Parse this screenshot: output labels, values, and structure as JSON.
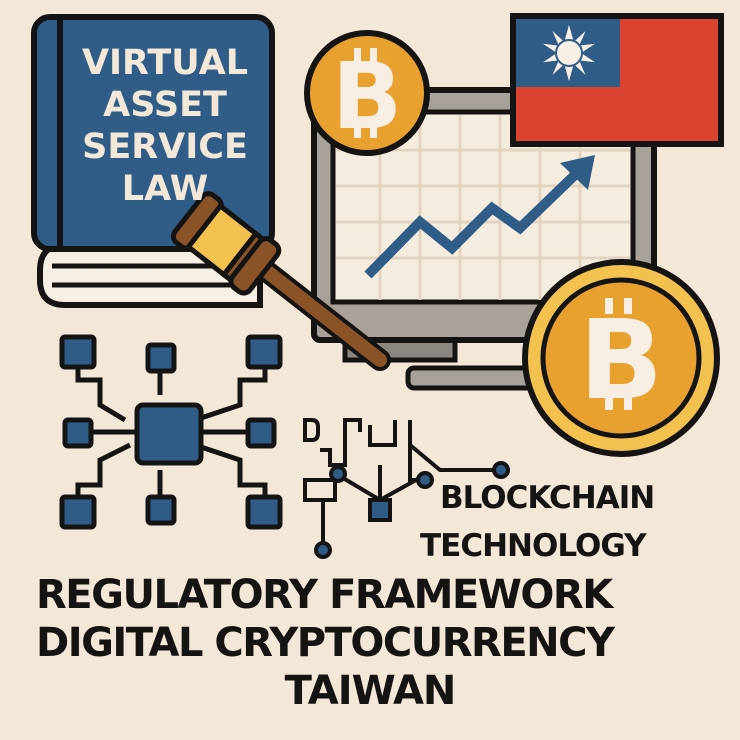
{
  "book": {
    "title_lines": [
      "VIRTUAL",
      "ASSET",
      "SERVICE",
      "LAW"
    ]
  },
  "captions": {
    "line1": "BLOCKCHAIN",
    "line2": "TECHNOLOGY",
    "line3": "REGULATORY FRAMEWORK",
    "line4": "DIGITAL CRYPTOCURRENCY",
    "line5": "TAIWAN"
  },
  "icons": [
    "law-book-icon",
    "gavel-icon",
    "bitcoin-coin-icon",
    "monitor-chart-icon",
    "taiwan-flag-icon",
    "blockchain-network-icon",
    "circuit-icon"
  ],
  "colors": {
    "background": "#f3e7d7",
    "navy": "#2f5d87",
    "orange": "#e8a02e",
    "gold": "#f2c14e",
    "red": "#d9432f",
    "brown": "#8a5428",
    "gray": "#a8a29a",
    "ink": "#141414"
  }
}
